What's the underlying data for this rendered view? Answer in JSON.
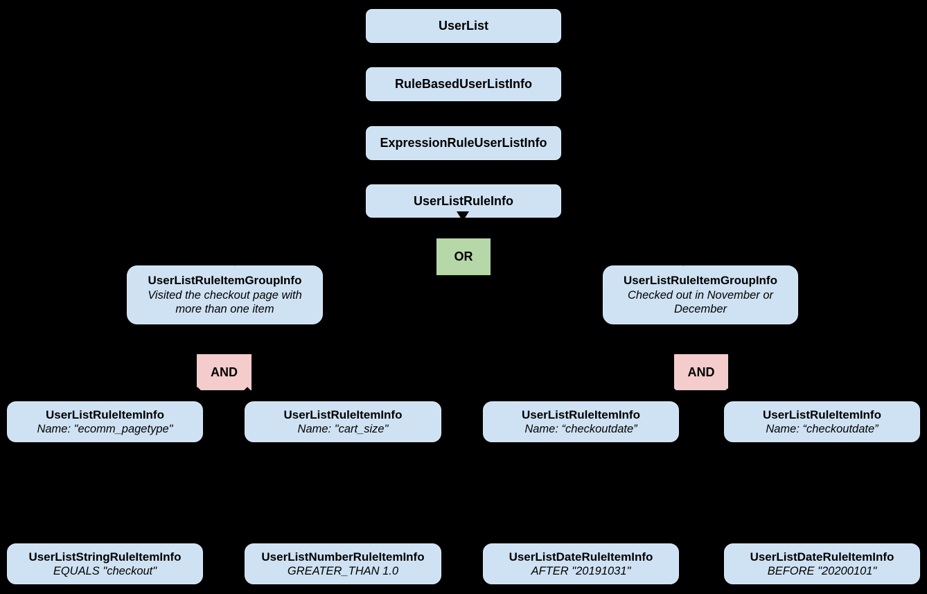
{
  "colors": {
    "background": "#000000",
    "node_fill": "#cfe2f3",
    "node_border": "#dce9f7",
    "or_fill": "#b6d7a8",
    "and_fill": "#f4cccc",
    "text": "#000000"
  },
  "diagram": {
    "chain": [
      {
        "label": "UserList"
      },
      {
        "label": "RuleBasedUserListInfo"
      },
      {
        "label": "ExpressionRuleUserListInfo"
      },
      {
        "label": "UserListRuleInfo"
      }
    ],
    "or_label": "OR",
    "and_label": "AND",
    "groups": [
      {
        "title": "UserListRuleItemGroupInfo",
        "description": "Visited the checkout page with more than one item"
      },
      {
        "title": "UserListRuleItemGroupInfo",
        "description": "Checked out in November or December"
      }
    ],
    "rule_items": [
      {
        "title": "UserListRuleItemInfo",
        "detail": "Name: \"ecomm_pagetype\""
      },
      {
        "title": "UserListRuleItemInfo",
        "detail": "Name: \"cart_size\""
      },
      {
        "title": "UserListRuleItemInfo",
        "detail": "Name: “checkoutdate”"
      },
      {
        "title": "UserListRuleItemInfo",
        "detail": "Name: “checkoutdate”"
      }
    ],
    "leaf_items": [
      {
        "title": "UserListStringRuleItemInfo",
        "detail": "EQUALS \"checkout\""
      },
      {
        "title": "UserListNumberRuleItemInfo",
        "detail": "GREATER_THAN 1.0"
      },
      {
        "title": "UserListDateRuleItemInfo",
        "detail": "AFTER \"20191031\""
      },
      {
        "title": "UserListDateRuleItemInfo",
        "detail": "BEFORE \"20200101\""
      }
    ]
  }
}
